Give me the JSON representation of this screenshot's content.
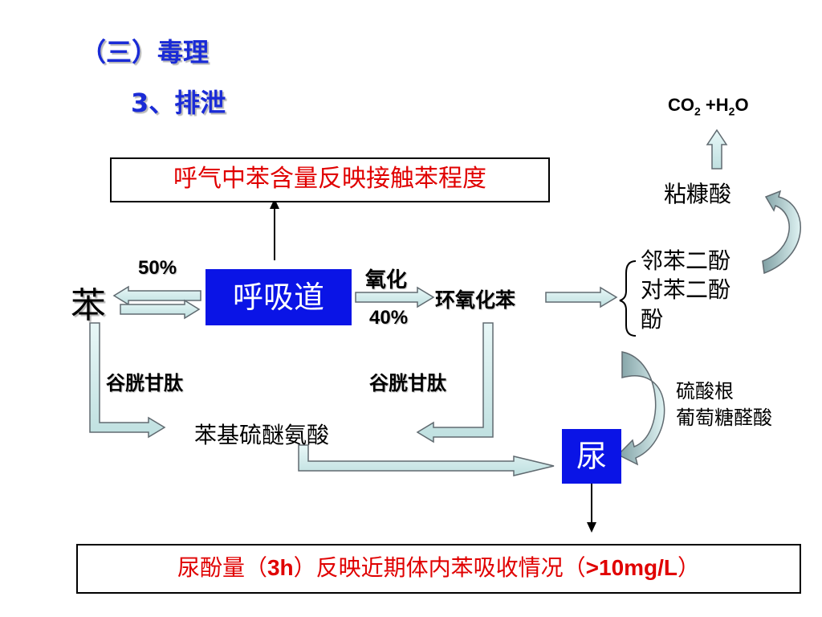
{
  "title": {
    "line1": "（三）毒理",
    "line2": "3、排泄"
  },
  "top_box": "呼气中苯含量反映接触苯程度",
  "bottom_box": {
    "part1": "尿酚量（",
    "part2": "3h",
    "part3": "）反映近期体内苯吸收情况（",
    "part4": ">10mg/L",
    "part5": "）"
  },
  "nodes": {
    "benzene": "苯",
    "respiratory": "呼吸道",
    "epoxide": "环氧化苯",
    "catechol": "邻苯二酚",
    "hydroquinone": "对苯二酚",
    "phenol": "酚",
    "muconic": "粘糠酸",
    "co2_part1": "CO",
    "co2_sub": "2",
    "co2_part2": " +H",
    "h2o_sub": "2",
    "co2_part3": "O",
    "mercapturic": "苯基硫醚氨酸",
    "urine": "尿"
  },
  "labels": {
    "pct_50": "50%",
    "oxidation": "氧化",
    "pct_40": "40%",
    "glutathione_left": "谷胱甘肽",
    "glutathione_right": "谷胱甘肽",
    "sulfate": "硫酸根",
    "glucuronic": "葡萄糖醛酸"
  },
  "colors": {
    "title": "#1a2bd6",
    "emphasis_red": "#e00000",
    "node_blue": "#0a14e6",
    "arrow_fill": "#d3eeee",
    "arrow_stroke": "#606a70"
  }
}
